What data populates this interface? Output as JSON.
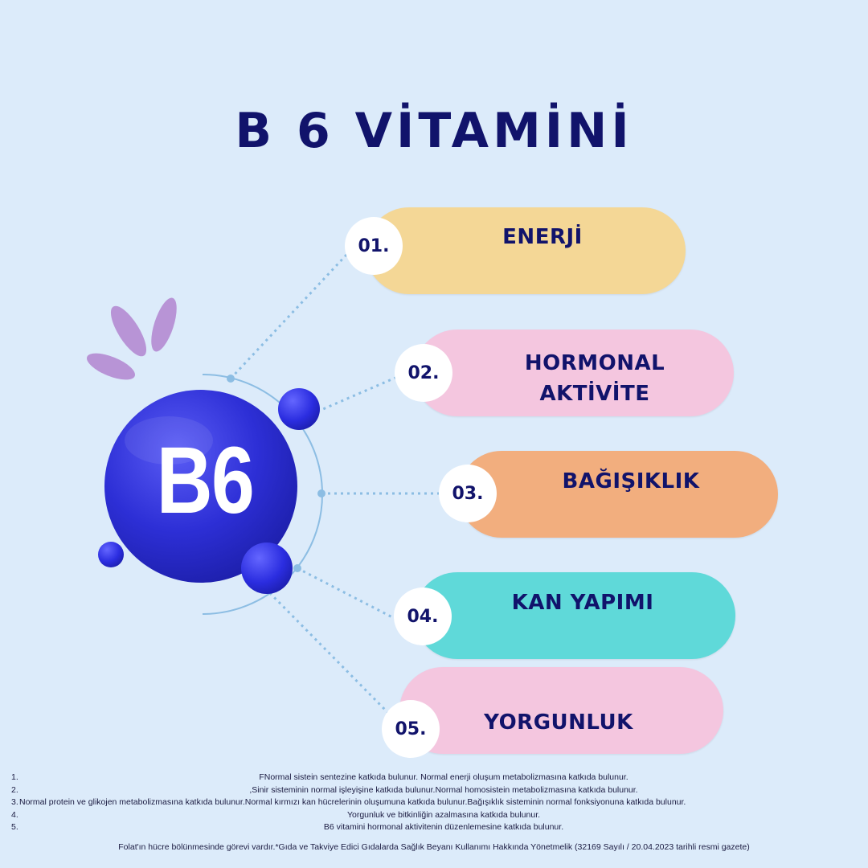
{
  "title": "B 6 VİTAMİNİ",
  "badge_text": "B6",
  "colors": {
    "background": "#dcebfa",
    "title": "#11136b",
    "sphere": "#2d2fd6",
    "petals": "#b894d6",
    "connector": "#8cbde3"
  },
  "items": [
    {
      "number": "01.",
      "label": "ENERJİ",
      "color": "#f4d796"
    },
    {
      "number": "02.",
      "label": "HORMONAL\nAKTİVİTE",
      "color": "#f4c6df"
    },
    {
      "number": "03.",
      "label": "BAĞIŞIKLIK",
      "color": "#f2ae7e"
    },
    {
      "number": "04.",
      "label": "KAN YAPIMI",
      "color": "#5fd9d9"
    },
    {
      "number": "05.",
      "label": "YORGUNLUK",
      "color": "#f4c6df"
    }
  ],
  "footnotes": [
    {
      "marker": "1.",
      "text": "FNormal sistein sentezine katkıda bulunur. Normal enerji oluşum metabolizmasına katkıda bulunur."
    },
    {
      "marker": "2.",
      "text": ",Sinir sisteminin normal işleyişine katkıda bulunur.Normal homosistein metabolizmasına katkıda bulunur."
    },
    {
      "marker": "3.",
      "text": "Normal protein ve glikojen metabolizmasına katkıda bulunur.Normal kırmızı kan hücrelerinin oluşumuna katkıda bulunur.Bağışıklık sisteminin normal fonksiyonuna katkıda bulunur."
    },
    {
      "marker": "4.",
      "text": "Yorgunluk ve bitkinliğin azalmasına katkıda bulunur."
    },
    {
      "marker": "5.",
      "text": "B6 vitamini hormonal aktivitenin düzenlemesine katkıda bulunur."
    }
  ],
  "source_text": "Folat'ın hücre bölünmesinde görevi vardır.*Gıda ve Takviye Edici Gıdalarda Sağlık Beyanı Kullanımı Hakkında Yönetmelik (32169 Sayılı / 20.04.2023 tarihli resmi gazete)"
}
